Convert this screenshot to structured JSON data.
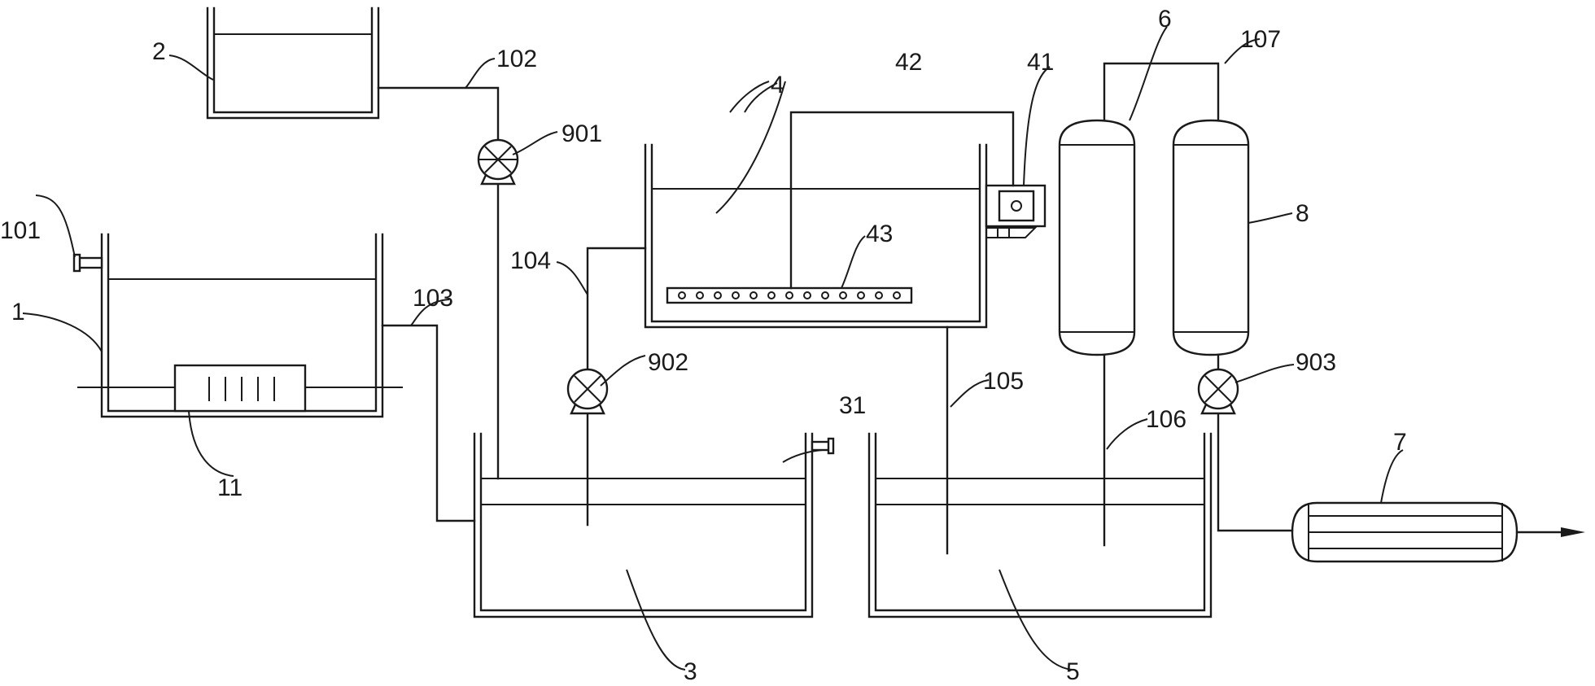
{
  "labels": {
    "l1": "1",
    "l2": "2",
    "l3": "3",
    "l4": "4",
    "l5": "5",
    "l6": "6",
    "l7": "7",
    "l8": "8",
    "l11": "11",
    "l31": "31",
    "l41": "41",
    "l42": "42",
    "l43": "43",
    "l101": "101",
    "l102": "102",
    "l103": "103",
    "l104": "104",
    "l105": "105",
    "l106": "106",
    "l107": "107",
    "l901": "901",
    "l902": "902",
    "l903": "903"
  }
}
